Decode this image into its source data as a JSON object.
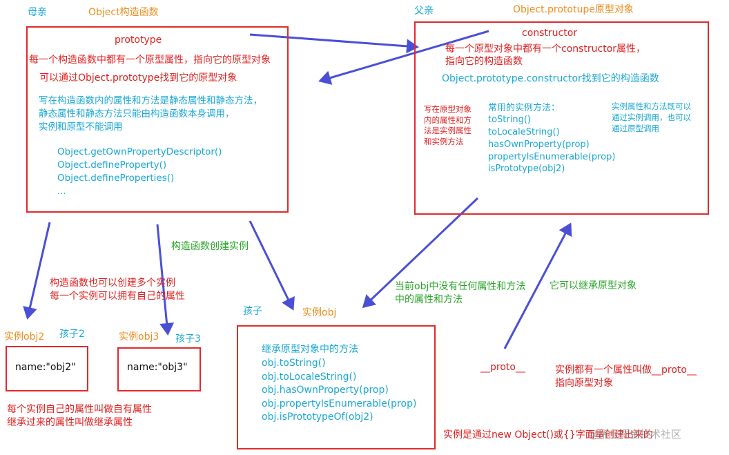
{
  "mother": {
    "role": "母亲",
    "title": "Object构造函数",
    "prototype_label": "prototype",
    "desc1": "每一个构造函数中都有一个原型属性，指向它的原型对象",
    "desc2": "可以通过Object.prototype找到它的原型对象",
    "static_note": "写在构造函数内的属性和方法是静态属性和静态方法，\n静态属性和静态方法只能由构造函数本身调用，\n实例和原型不能调用",
    "methods": [
      "Object.getOwnPropertyDescriptor()",
      "Object.defineProperty()",
      "Object.defineProperties()",
      "..."
    ]
  },
  "father": {
    "role": "父亲",
    "title": "Object.prototupe原型对象",
    "constructor_label": "constructor",
    "desc": "每一个原型对象中都有一个constructor属性，\n指向它的构造函数",
    "find_constructor": "Object.prototype.constructor找到它的构造函数",
    "proto_note": "写在原型对象\n内的属性和方\n法是实例属性\n和实例方法",
    "common_title": "常用的实例方法：",
    "methods": [
      "toString()",
      "toLocaleString()",
      "hasOwnProperty(prop)",
      "propertyIsEnumerable(prop)",
      "isPrototype(obj2)"
    ],
    "both_note": "实例属性和方法既可以\n通过实例调用，也可以\n通过原型调用"
  },
  "labels": {
    "create_instance": "构造函数创建实例",
    "multi_instances": "构造函数也可以创建多个实例\n每一个实例可以拥有自己的属性",
    "no_props": "当前obj中没有任何属性和方法\n中的属性和方法",
    "inherit_proto": "它可以继承原型对象",
    "proto_link": "__proto__",
    "proto_desc": "实例都有一个属性叫做__proto__\n指向原型对象",
    "own_props": "每个实例自己的属性叫做自有属性\n继承过来的属性叫做继承属性",
    "created_by": "实例是通过new Object()或{}字面量创建出来的",
    "watermark": "@稀土掘金技术社区"
  },
  "obj2": {
    "role": "孩子2",
    "title": "实例obj2",
    "content": "name:\"obj2\""
  },
  "obj3": {
    "role": "孩子3",
    "title": "实例obj3",
    "content": "name:\"obj3\""
  },
  "obj": {
    "role": "孩子",
    "title": "实例obj",
    "inherit_title": "继承原型对象中的方法",
    "methods": [
      "obj.toString()",
      "obj.toLocaleString()",
      "obj.hasOwnProperty(prop)",
      "obj.propertyIsEnumerable(prop)",
      "obj.isPrototypeOf(obj2)"
    ]
  },
  "colors": {
    "box_border": "#e02a2a",
    "arrow": "#4a4fd6",
    "blue_text": "#1aa7d6",
    "red_text": "#e02020",
    "orange_text": "#f08c1e",
    "green_text": "#2aa52a"
  }
}
